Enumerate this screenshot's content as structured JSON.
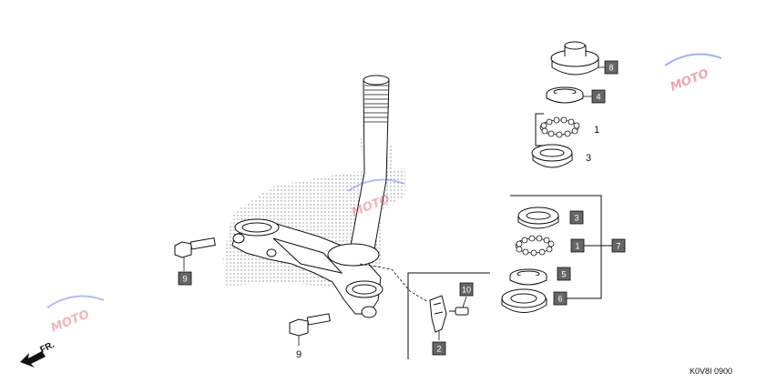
{
  "diagram": {
    "code": "K0V8I 0900",
    "direction_label": "FR.",
    "watermark_text": "MOTO",
    "colors": {
      "ink": "#111111",
      "box_fill": "#666666",
      "hatch": "#8a8a8a",
      "watermark_red": "#e85a6a",
      "watermark_blue": "#5a6ee8"
    },
    "callouts": [
      {
        "id": "c8",
        "label": "8",
        "boxed": true
      },
      {
        "id": "c4",
        "label": "4",
        "boxed": true
      },
      {
        "id": "c1a",
        "label": "1",
        "boxed": false
      },
      {
        "id": "c3a",
        "label": "3",
        "boxed": false
      },
      {
        "id": "c3b",
        "label": "3",
        "boxed": true
      },
      {
        "id": "c1b",
        "label": "1",
        "boxed": true
      },
      {
        "id": "c7",
        "label": "7",
        "boxed": true
      },
      {
        "id": "c5",
        "label": "5",
        "boxed": true
      },
      {
        "id": "c6",
        "label": "6",
        "boxed": true
      },
      {
        "id": "c10",
        "label": "10",
        "boxed": true
      },
      {
        "id": "c2",
        "label": "2",
        "boxed": true
      },
      {
        "id": "c9a",
        "label": "9",
        "boxed": true
      },
      {
        "id": "c9b",
        "label": "9",
        "boxed": false
      }
    ]
  }
}
